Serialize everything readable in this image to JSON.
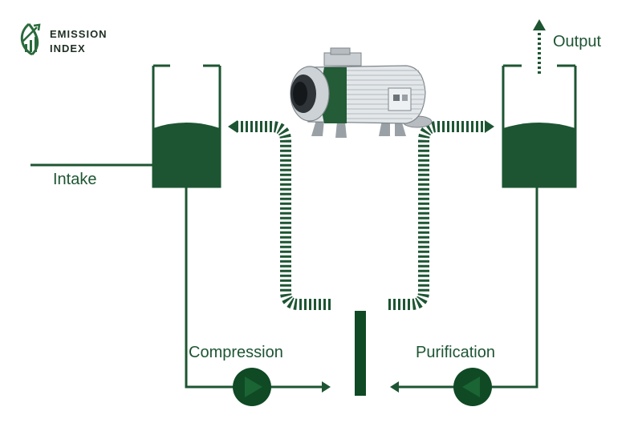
{
  "logo": {
    "line1": "EMISSION",
    "line2": "INDEX"
  },
  "labels": {
    "intake": "Intake",
    "output": "Output",
    "compression": "Compression",
    "purification": "Purification"
  },
  "colors": {
    "primary": "#1d5532",
    "dark": "#0f4a25",
    "machine_body": "#dfe3e6",
    "machine_accent": "#235c36"
  },
  "icons": {
    "logo": "growth-chart-leaf-icon",
    "compressor": "pump-icon",
    "machine": "industrial-compressor-icon"
  }
}
